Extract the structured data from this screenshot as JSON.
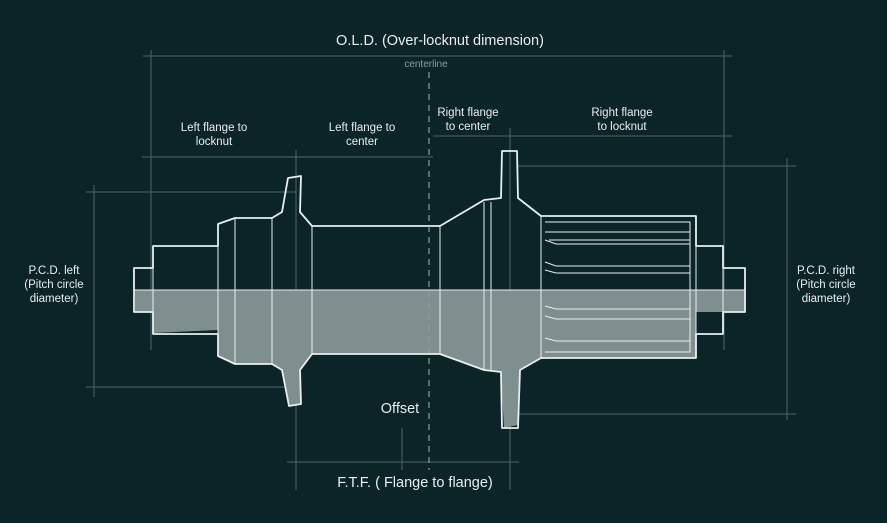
{
  "colors": {
    "background": "#0b2428",
    "outline": "#e9eeee",
    "guide_line": "#4f6467",
    "lower_half_fill": "#7f8f90"
  },
  "labels": {
    "old": "O.L.D. (Over-locknut dimension)",
    "centerline": "centerline",
    "left_flange_to_locknut": "Left flange to\nlocknut",
    "left_flange_to_center": "Left flange to\ncenter",
    "right_flange_to_center": "Right flange\nto center",
    "right_flange_to_locknut": "Right flange\nto locknut",
    "pcd_left": "P.C.D. left\n(Pitch circle\ndiameter)",
    "pcd_right": "P.C.D. right\n(Pitch circle\ndiameter)",
    "offset": "Offset",
    "ftf": "F.T.F. ( Flange to flange)"
  }
}
